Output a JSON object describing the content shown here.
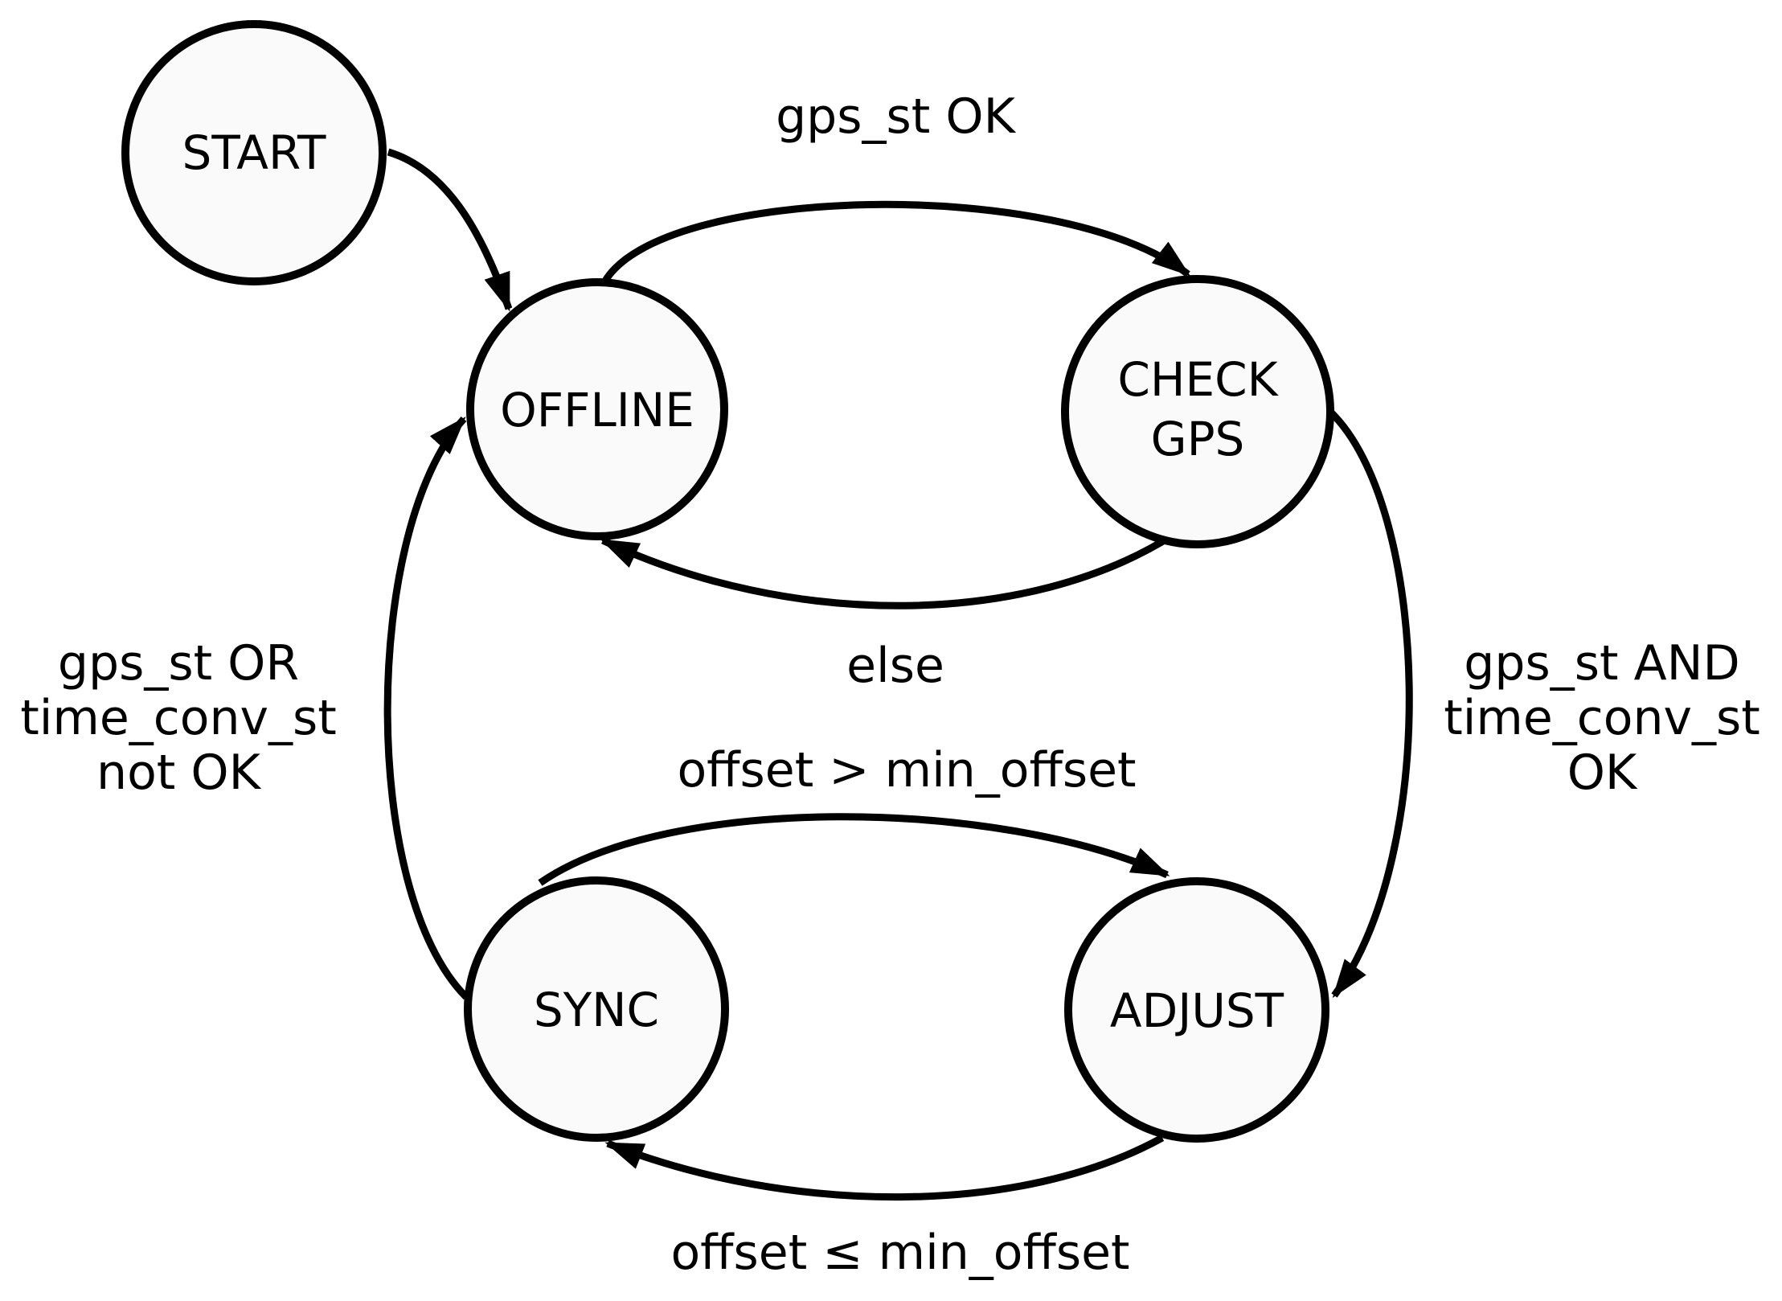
{
  "diagram": {
    "type": "state-machine",
    "colors": {
      "background": "#ffffff",
      "node_fill": "#fafafa",
      "node_stroke": "#000000",
      "edge_stroke": "#000000",
      "text": "#000000"
    },
    "nodes": [
      {
        "id": "start",
        "label": "START"
      },
      {
        "id": "offline",
        "label": "OFFLINE"
      },
      {
        "id": "check-gps",
        "label": "CHECK GPS",
        "lines": [
          "CHECK",
          "GPS"
        ]
      },
      {
        "id": "sync",
        "label": "SYNC"
      },
      {
        "id": "adjust",
        "label": "ADJUST"
      }
    ],
    "edges": [
      {
        "from": "START",
        "to": "OFFLINE",
        "label": ""
      },
      {
        "from": "OFFLINE",
        "to": "CHECK GPS",
        "label": "gps_st OK"
      },
      {
        "from": "CHECK GPS",
        "to": "OFFLINE",
        "label": "else"
      },
      {
        "from": "CHECK GPS",
        "to": "ADJUST",
        "label": "gps_st AND time_conv_st OK",
        "lines": [
          "gps_st AND",
          "time_conv_st",
          "OK"
        ]
      },
      {
        "from": "SYNC",
        "to": "ADJUST",
        "label": "offset > min_offset"
      },
      {
        "from": "ADJUST",
        "to": "SYNC",
        "label": "offset ≤ min_offset"
      },
      {
        "from": "SYNC",
        "to": "OFFLINE",
        "label": "gps_st OR time_conv_st not OK",
        "lines": [
          "gps_st OR",
          "time_conv_st",
          "not OK"
        ]
      }
    ]
  }
}
